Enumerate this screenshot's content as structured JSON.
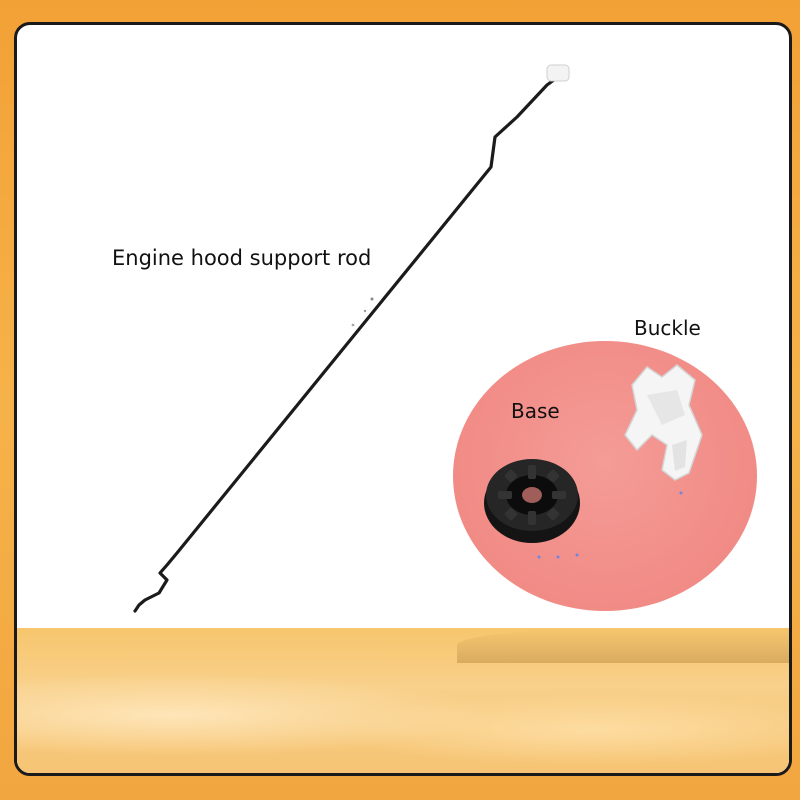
{
  "labels": {
    "rod": "Engine hood support rod",
    "buckle": "Buckle",
    "base": "Base"
  },
  "colors": {
    "frame": "#f3a63a",
    "card": "#ffffff",
    "rod": "#1b1b1b",
    "pink_circle": "#f28d88",
    "base_part": "#1a1a1a",
    "buckle_part": "#f4f4f4"
  }
}
